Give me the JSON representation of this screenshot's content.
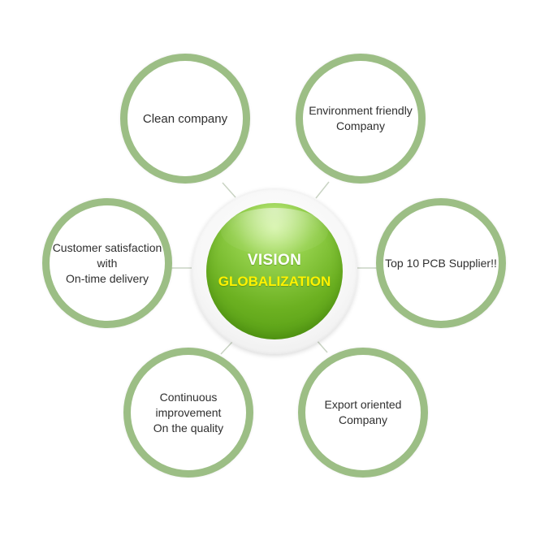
{
  "center": {
    "title": "VISION",
    "subtitle": "GLOBALIZATION"
  },
  "goals": [
    {
      "id": "clean",
      "text": "Clean company"
    },
    {
      "id": "environment",
      "text": "Environment friendly\nCompany"
    },
    {
      "id": "customer",
      "text": "Customer satisfaction\nwith\nOn-time delivery"
    },
    {
      "id": "top10",
      "text": "Top 10 PCB Supplier!!"
    },
    {
      "id": "continuous",
      "text": "Continuous\nimprovement\nOn the quality"
    },
    {
      "id": "export",
      "text": "Export oriented\nCompany"
    }
  ],
  "colors": {
    "ring": "#9cbe85",
    "center_green": "#6cb121",
    "center_title": "#ffffff",
    "center_subtitle": "#fff200",
    "connector": "#c9d3c3",
    "text": "#2f2f2f"
  }
}
